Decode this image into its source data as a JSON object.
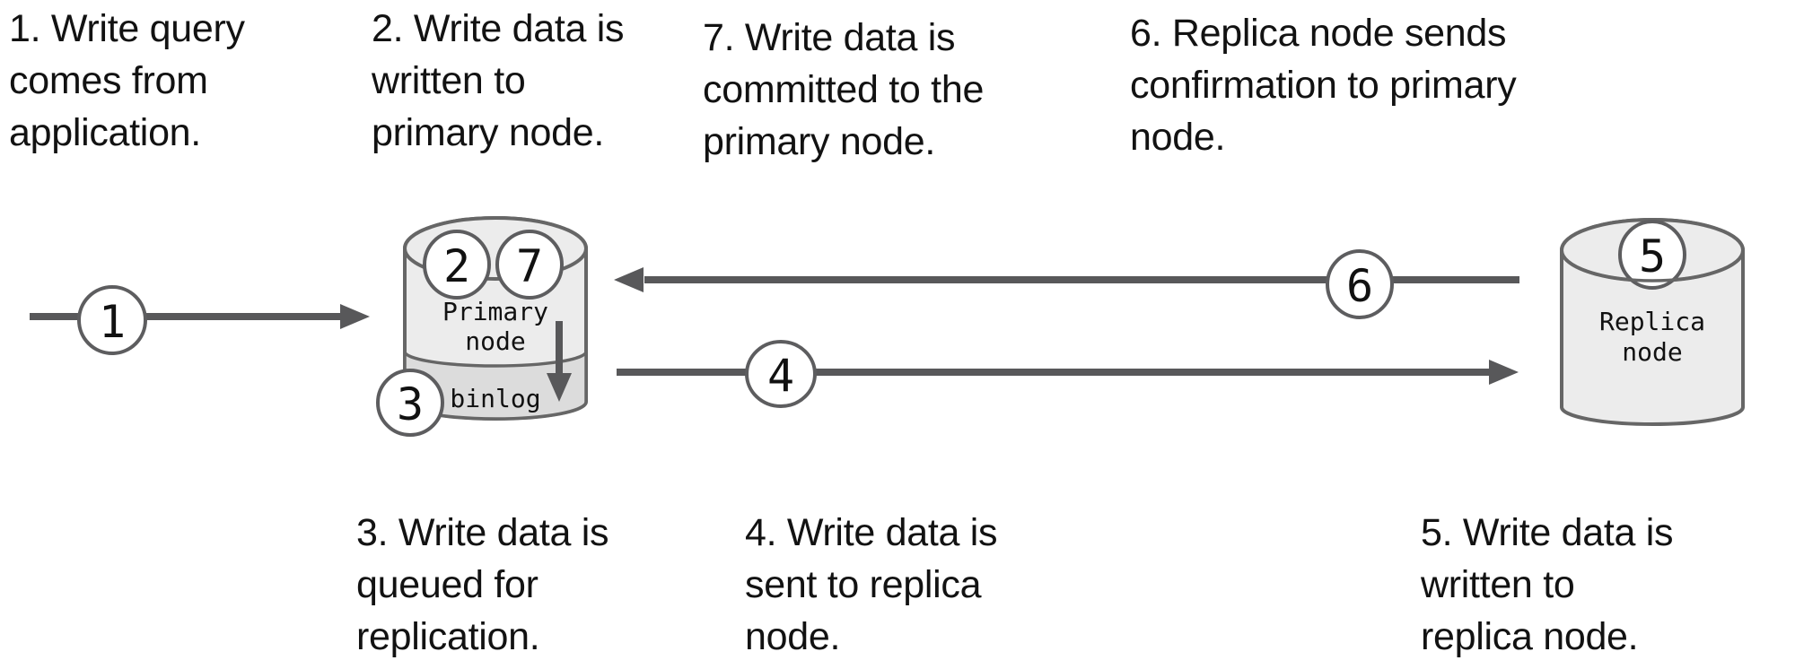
{
  "colors": {
    "background": "#ffffff",
    "arrow": "#58585a",
    "shape_outline": "#666666",
    "node_fill": "#ececec",
    "binlog_fill": "#dcdcdc",
    "marker_fill": "#ffffff",
    "text": "#121212"
  },
  "annotations": {
    "step1": "1. Write query\ncomes from\napplication.",
    "step2": "2. Write data is\nwritten to\nprimary node.",
    "step7": "7. Write data is\ncommitted to the\nprimary node.",
    "step6": "6. Replica node sends\nconfirmation to primary\nnode.",
    "step3": "3. Write data is\nqueued for\nreplication.",
    "step4": "4. Write data is\nsent to replica\nnode.",
    "step5": "5. Write data is\nwritten to\nreplica node."
  },
  "nodes": {
    "primary": {
      "line1": "Primary",
      "line2": "node",
      "sublabel": "binlog"
    },
    "replica": {
      "line1": "Replica",
      "line2": "node"
    }
  },
  "markers": {
    "m1": "1",
    "m2": "2",
    "m3": "3",
    "m4": "4",
    "m5": "5",
    "m6": "6",
    "m7": "7"
  }
}
